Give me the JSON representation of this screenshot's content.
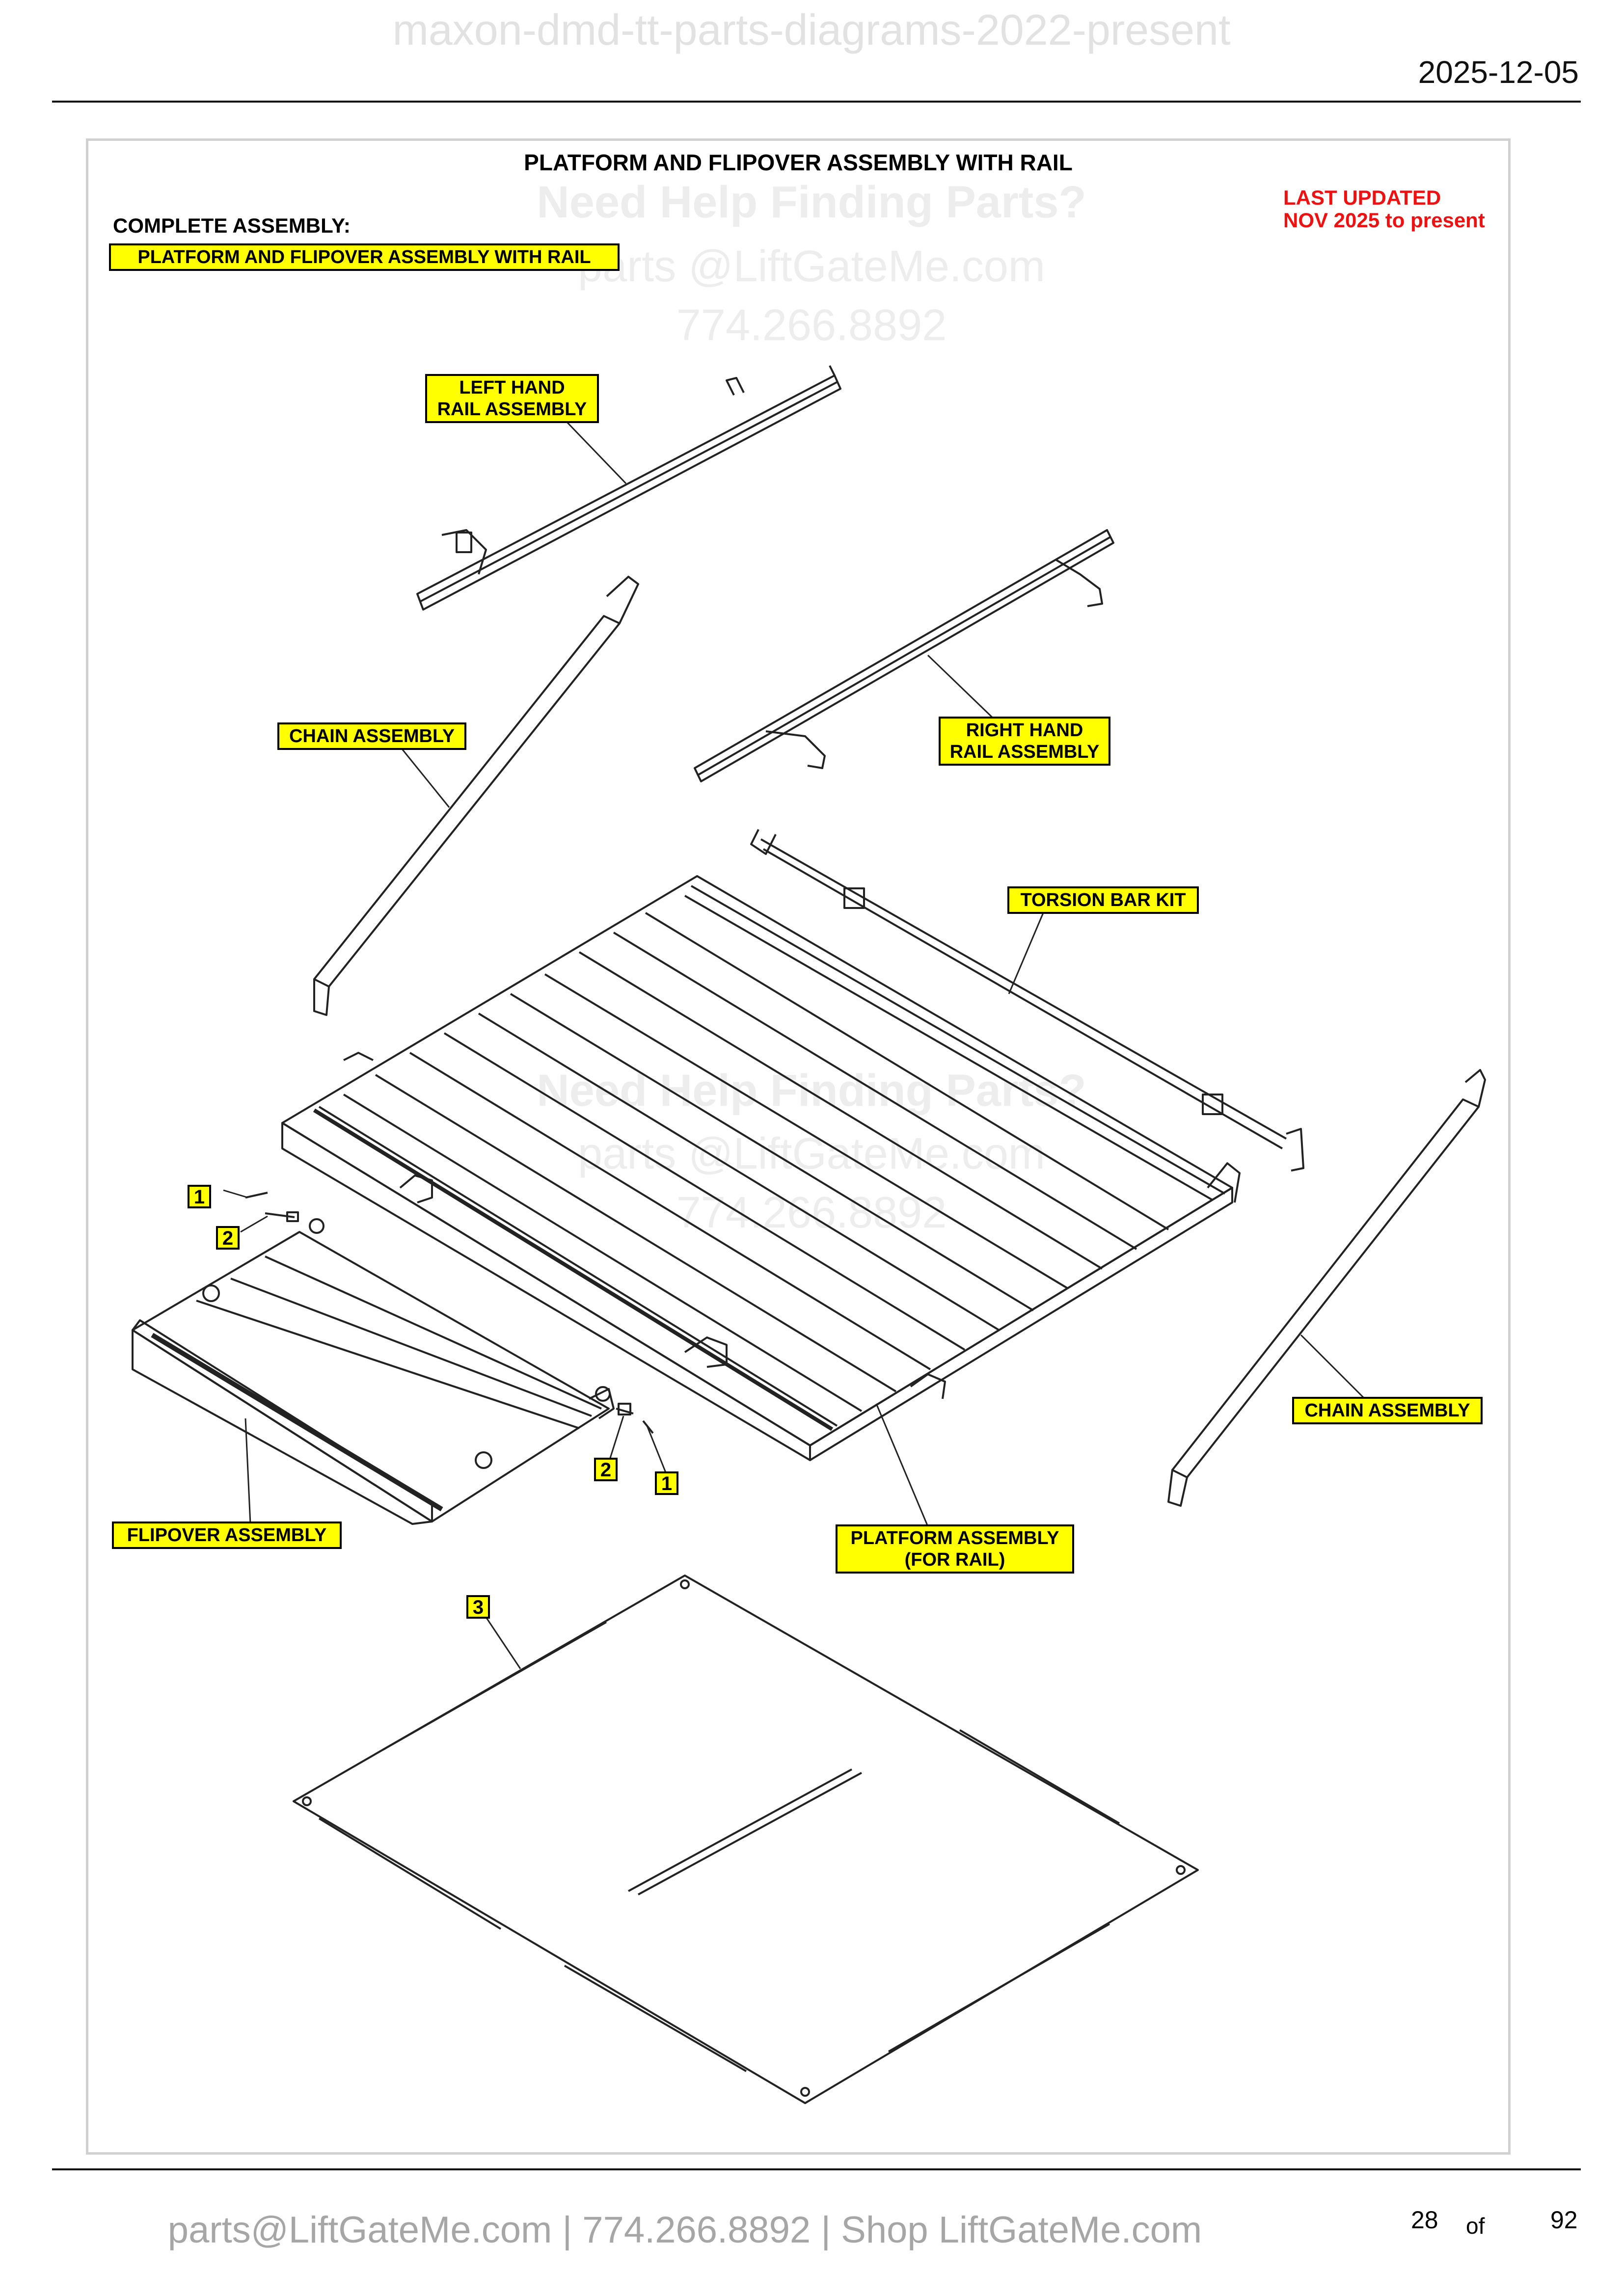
{
  "header": {
    "doc_title": "maxon-dmd-tt-parts-diagrams-2022-present",
    "date": "2025-12-05"
  },
  "diagram": {
    "title": "PLATFORM AND FLIPOVER ASSEMBLY WITH RAIL",
    "complete_assembly_label": "COMPLETE ASSEMBLY:",
    "complete_assembly_name": "PLATFORM AND FLIPOVER ASSEMBLY WITH RAIL",
    "last_updated_line1": "LAST UPDATED",
    "last_updated_line2": "NOV 2025 to present",
    "watermark": {
      "headline": "Need Help Finding Parts?",
      "email": "parts @LiftGateMe.com",
      "phone": "774.266.8892"
    },
    "callouts": {
      "left_rail_1": "LEFT HAND",
      "left_rail_2": "RAIL ASSEMBLY",
      "chain_left": "CHAIN ASSEMBLY",
      "right_rail_1": "RIGHT HAND",
      "right_rail_2": "RAIL ASSEMBLY",
      "torsion_bar": "TORSION BAR KIT",
      "chain_right": "CHAIN ASSEMBLY",
      "flipover": "FLIPOVER ASSEMBLY",
      "platform_1": "PLATFORM ASSEMBLY",
      "platform_2": "(FOR RAIL)"
    },
    "item_numbers": {
      "n1_left": "1",
      "n2_left": "2",
      "n2_right": "2",
      "n1_right": "1",
      "n3": "3"
    }
  },
  "footer": {
    "contact": "parts@LiftGateMe.com | 774.266.8892 | Shop LiftGateMe.com",
    "page_number": "28",
    "page_of": "of",
    "page_total": "92"
  }
}
